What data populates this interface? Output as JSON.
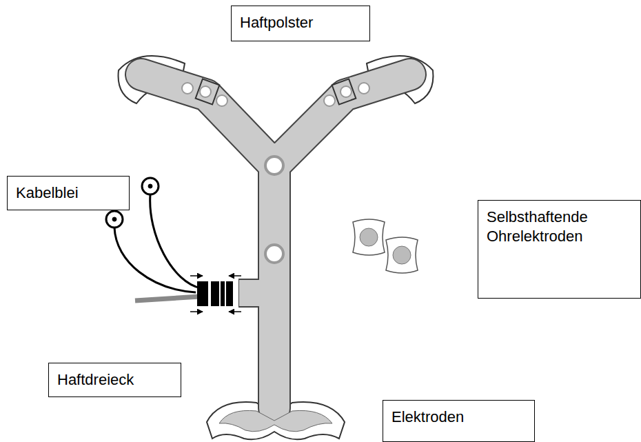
{
  "diagram": {
    "nodes": [
      {
        "text": [
          "Haftpolster"
        ]
      },
      {
        "text": [
          "Kabelblei"
        ]
      },
      {
        "text": [
          "Selbsthaftende Ohrelektroden"
        ]
      },
      {
        "text": [
          "Haftdreieck"
        ]
      },
      {
        "text": [
          "Elektroden"
        ]
      }
    ]
  }
}
